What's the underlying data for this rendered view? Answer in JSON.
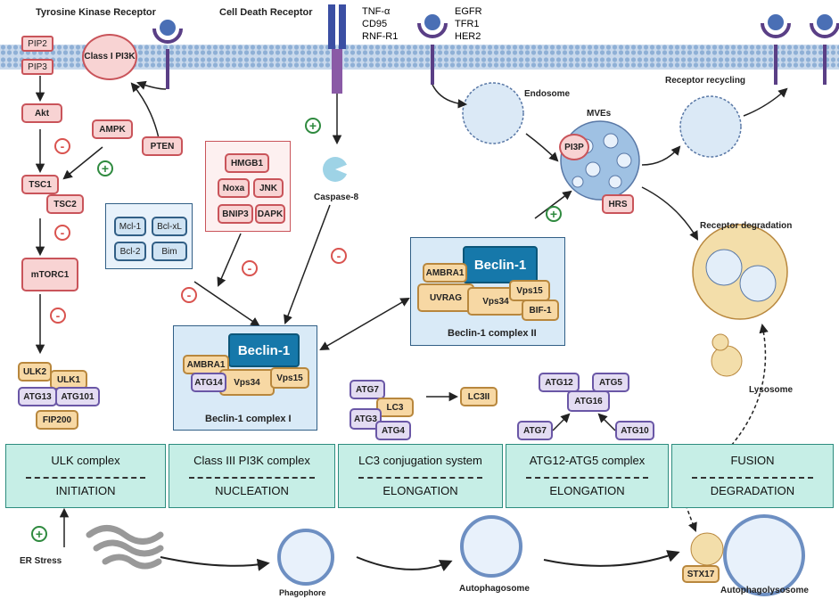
{
  "labels": {
    "tk_receptor": "Tyrosine Kinase Receptor",
    "death_receptor": "Cell Death Receptor",
    "death_ligands": [
      "TNF-α",
      "CD95",
      "RNF-R1"
    ],
    "growth_receptors": [
      "EGFR",
      "TFR1",
      "HER2"
    ],
    "endosome": "Endosome",
    "mves": "MVEs",
    "receptor_recycling": "Receptor recycling",
    "receptor_degradation": "Receptor degradation",
    "caspase8": "Caspase-8",
    "lysosome": "Lysosome",
    "er_stress": "ER Stress",
    "phagophore": "Phagophore",
    "autophagosome": "Autophagosome",
    "autophagolysosome": "Autophagolysosome"
  },
  "nodes": {
    "pip2": "PIP2",
    "pip3": "PIP3",
    "class1_pi3k": "Class I PI3K",
    "akt": "Akt",
    "ampk": "AMPK",
    "pten": "PTEN",
    "tsc1": "TSC1",
    "tsc2": "TSC2",
    "mtorc1": "mTORC1",
    "ulk2": "ULK2",
    "ulk1": "ULK1",
    "atg13": "ATG13",
    "atg101": "ATG101",
    "fip200": "FIP200",
    "mcl1": "Mcl-1",
    "bclxl": "Bcl-xL",
    "bcl2": "Bcl-2",
    "bim": "Bim",
    "hmgb1": "HMGB1",
    "noxa": "Noxa",
    "jnk": "JNK",
    "bnip3": "BNIP3",
    "dapk": "DAPK",
    "pi3p": "PI3P",
    "hrs": "HRS",
    "c1_beclin": "Beclin-1",
    "c1_ambra1": "AMBRA1",
    "c1_atg14": "ATG14",
    "c1_vps34": "Vps34",
    "c1_vps15": "Vps15",
    "c1_label": "Beclin-1 complex I",
    "c2_beclin": "Beclin-1",
    "c2_ambra1": "AMBRA1",
    "c2_uvrag": "UVRAG",
    "c2_vps34": "Vps34",
    "c2_vps15": "Vps15",
    "c2_bif1": "BIF-1",
    "c2_label": "Beclin-1 complex II",
    "lc_atg7": "ATG7",
    "lc_lc3": "LC3",
    "lc_atg3": "ATG3",
    "lc_atg4": "ATG4",
    "lc3ii": "LC3II",
    "a_atg12": "ATG12",
    "a_atg5": "ATG5",
    "a_atg16": "ATG16",
    "a_atg7": "ATG7",
    "a_atg10": "ATG10",
    "stx17": "STX17",
    "plus": "+",
    "minus": "-"
  },
  "stages": [
    {
      "top": "ULK complex",
      "bottom": "INITIATION"
    },
    {
      "top": "Class III PI3K complex",
      "bottom": "NUCLEATION"
    },
    {
      "top": "LC3 conjugation system",
      "bottom": "ELONGATION"
    },
    {
      "top": "ATG12-ATG5 complex",
      "bottom": "ELONGATION"
    },
    {
      "top": "FUSION",
      "bottom": "DEGRADATION"
    }
  ],
  "colors": {
    "membrane": "#b9cde6",
    "inhibit": "#d9534f",
    "activate": "#2f8a3f",
    "beclin": "#1678aa",
    "stage_fill": "#c6eee6"
  }
}
